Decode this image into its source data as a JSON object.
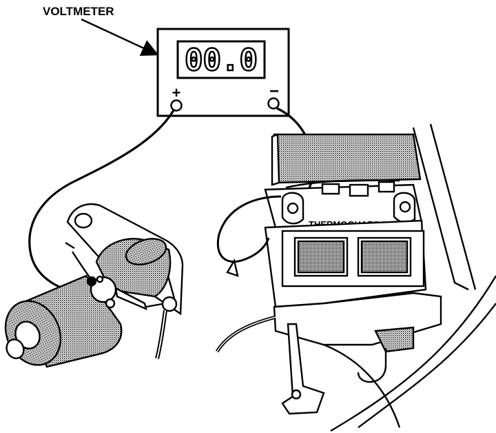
{
  "labels": {
    "voltmeter": "VOLTMETER",
    "thermoguard": "THERMOGUARD",
    "plus": "+",
    "minus": "−"
  },
  "voltmeter": {
    "display": "00.0"
  },
  "colors": {
    "ink": "#000000",
    "paper": "#ffffff",
    "shade": "#9a9a9a"
  }
}
